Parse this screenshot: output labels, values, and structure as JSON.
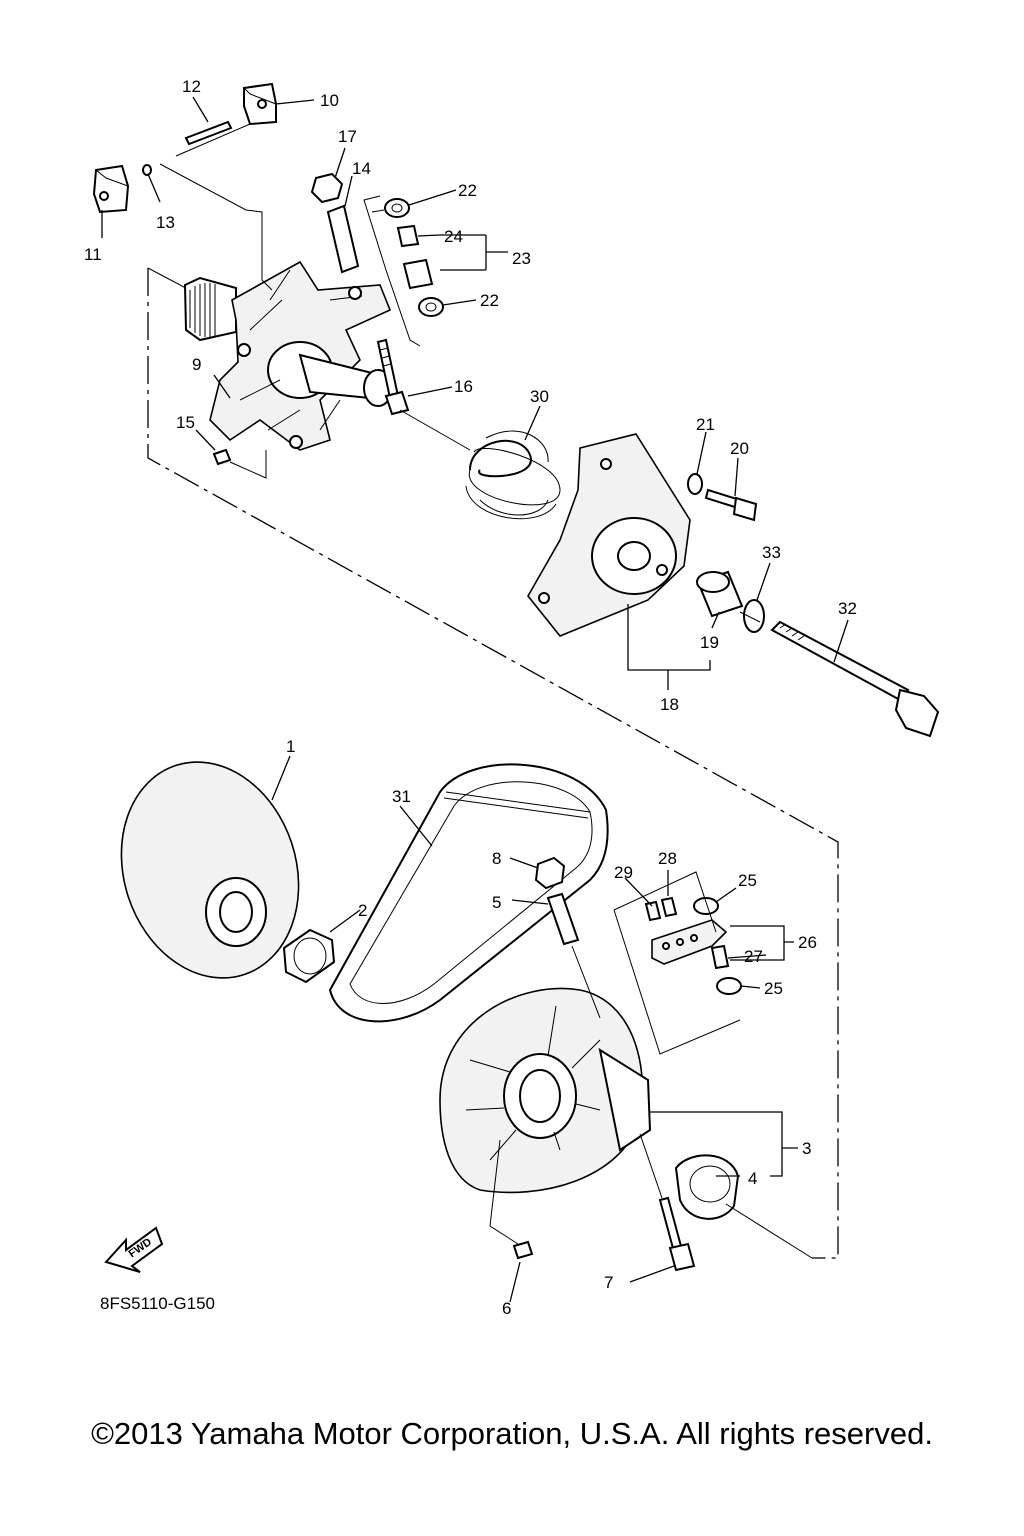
{
  "diagram": {
    "part_numbers": [
      "1",
      "2",
      "3",
      "4",
      "5",
      "6",
      "7",
      "8",
      "9",
      "10",
      "11",
      "12",
      "13",
      "14",
      "15",
      "16",
      "17",
      "18",
      "19",
      "20",
      "21",
      "22",
      "22",
      "23",
      "24",
      "25",
      "25",
      "26",
      "27",
      "28",
      "29",
      "30",
      "31",
      "32",
      "33"
    ],
    "fwd_label": "FWD",
    "code": "8FS5110-G150"
  },
  "footer": {
    "copyright": "©2013 Yamaha Motor Corporation, U.S.A. All rights reserved."
  }
}
